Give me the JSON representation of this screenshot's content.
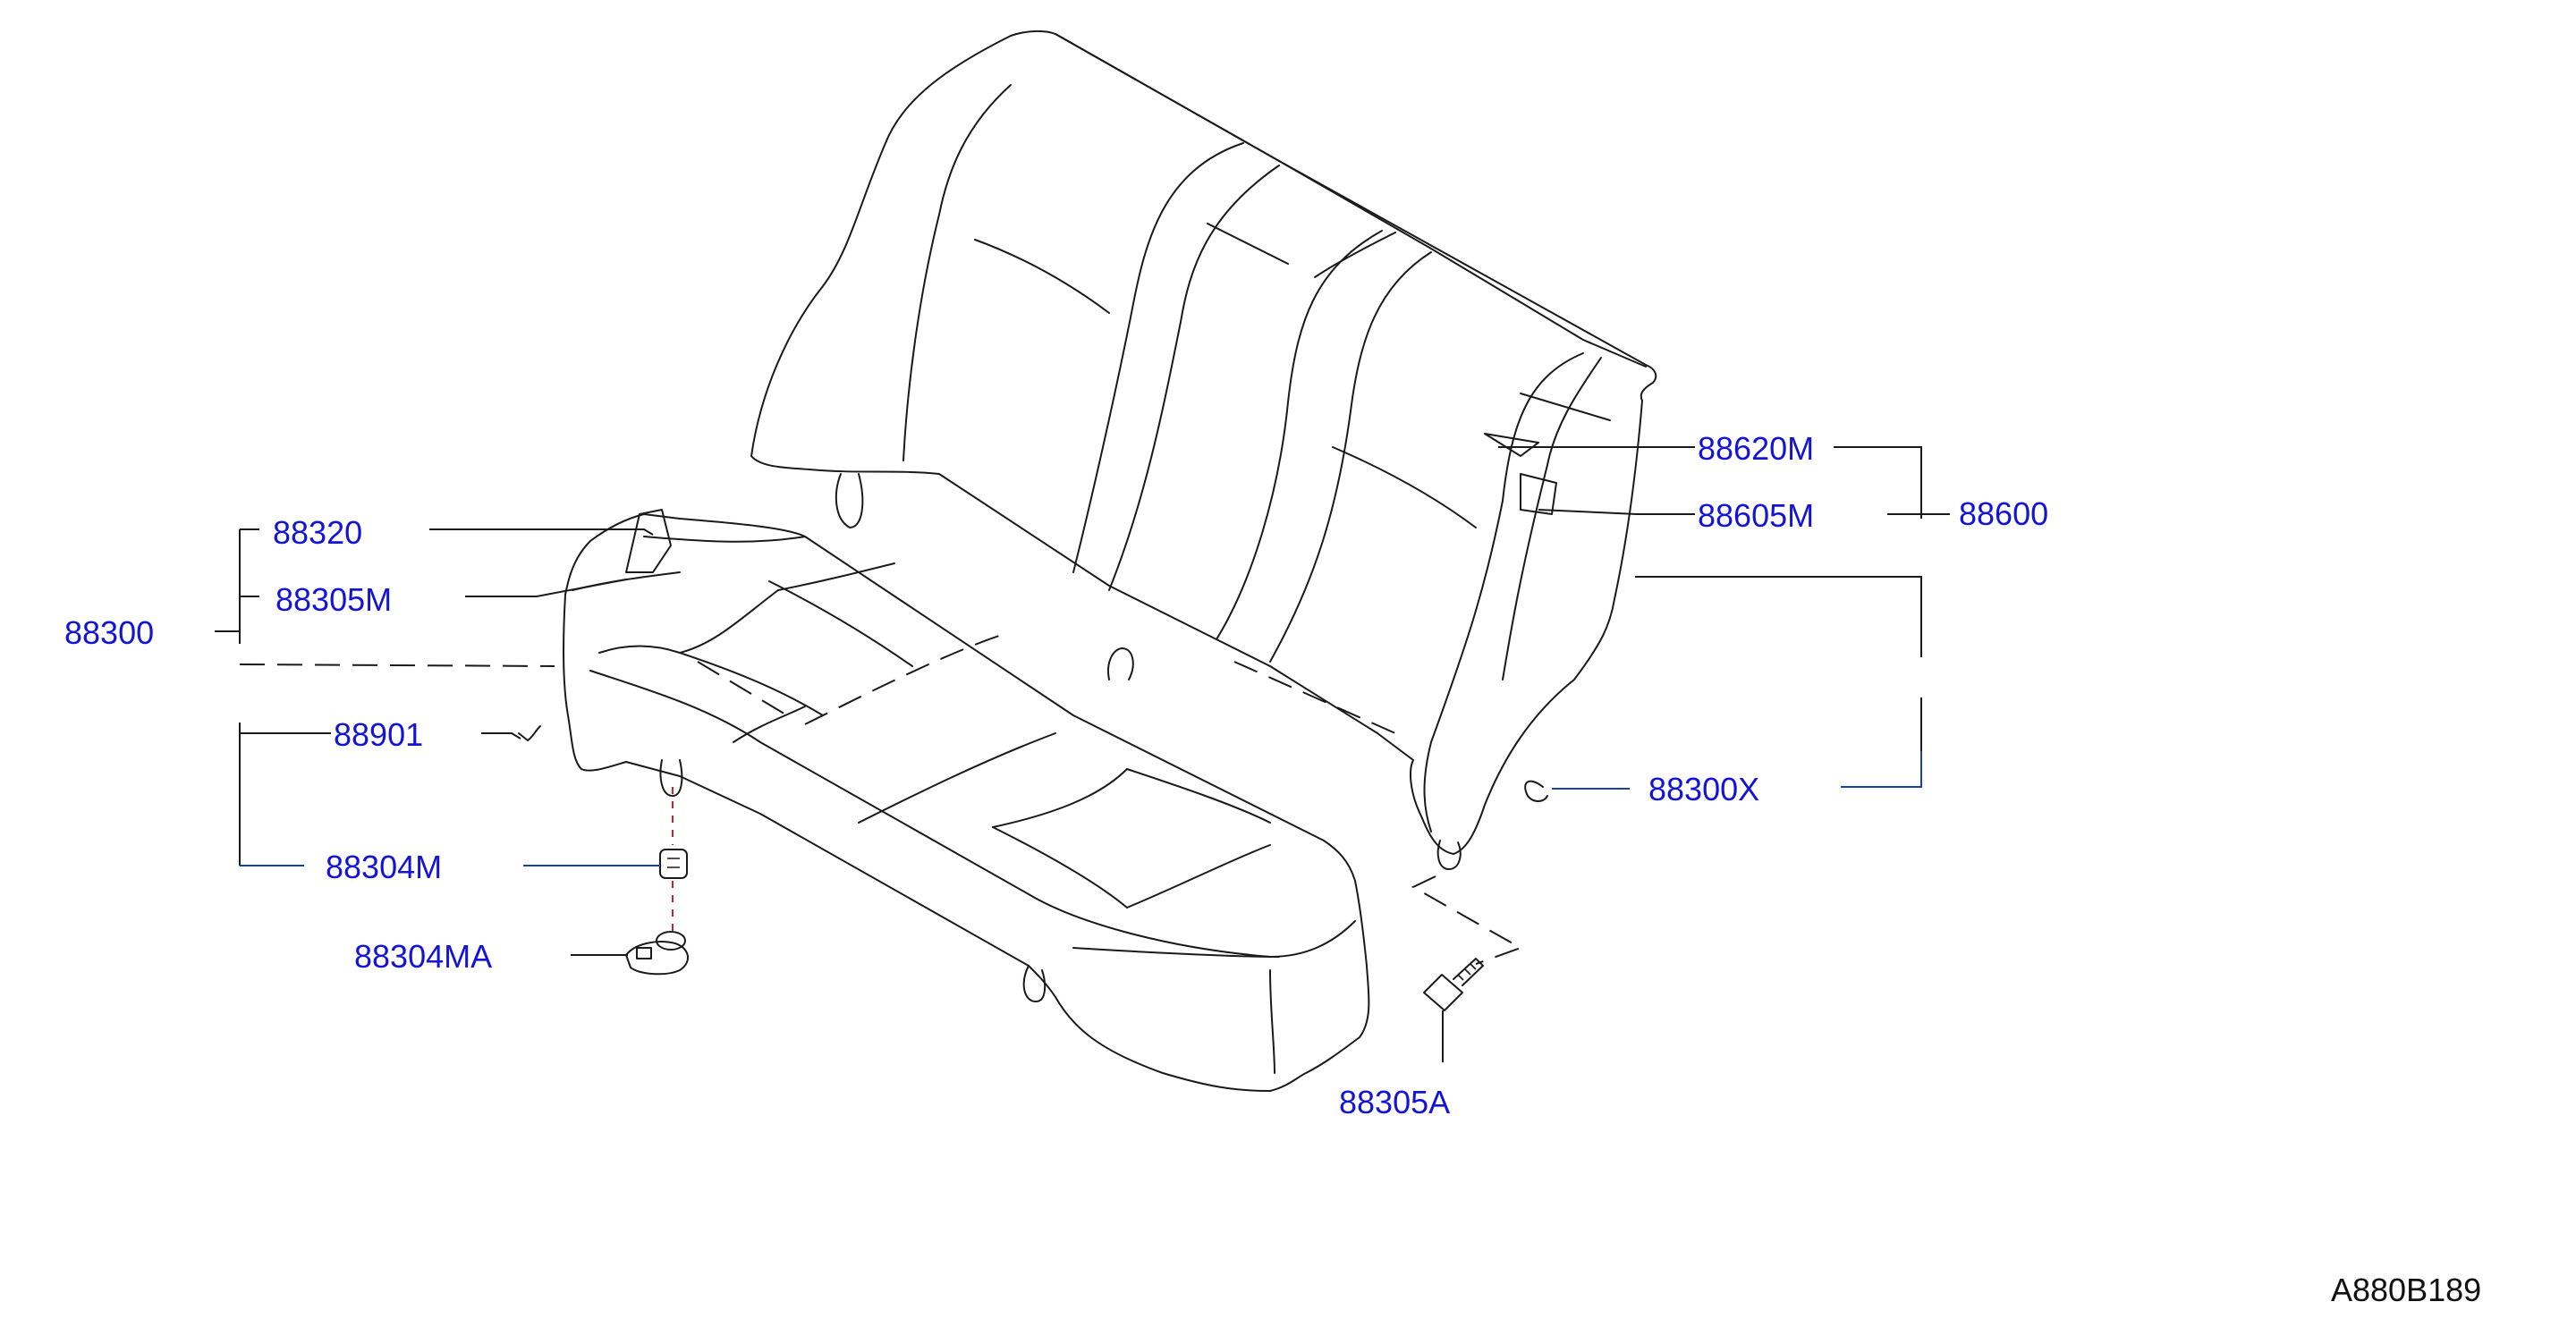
{
  "labels": {
    "p88300": "88300",
    "p88320": "88320",
    "p88305M": "88305M",
    "p88901": "88901",
    "p88304M": "88304M",
    "p88304MA": "88304MA",
    "p88620M": "88620M",
    "p88605M": "88605M",
    "p88600": "88600",
    "p88300X": "88300X",
    "p88305A": "88305A"
  },
  "reference_code": "A880B189",
  "colors": {
    "label_text": "#1414d6",
    "line_art": "#1a1a1a",
    "leader_blue": "#1c3fb0",
    "locator_dash": "#d42020"
  }
}
